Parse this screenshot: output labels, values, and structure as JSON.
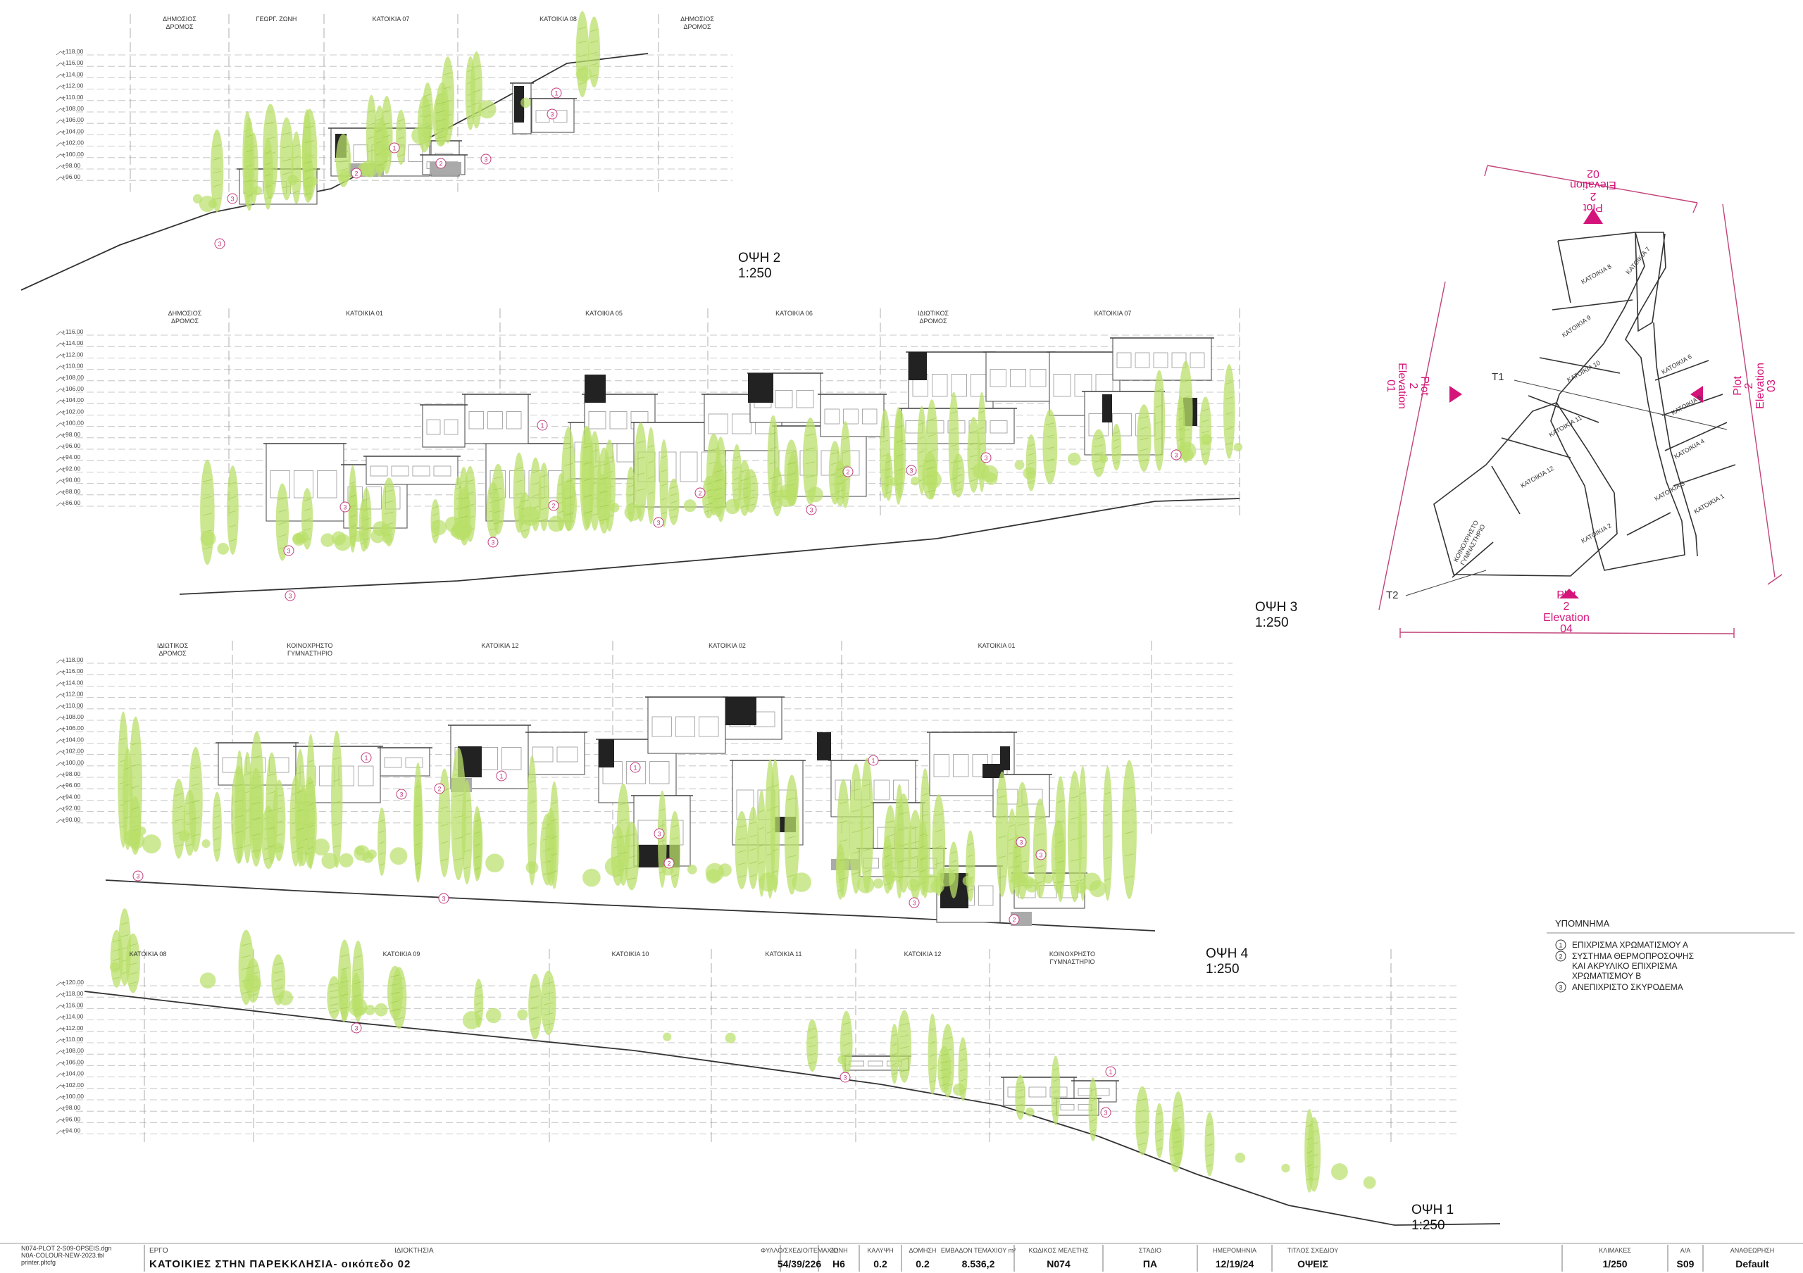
{
  "elevations": [
    {
      "id": "e2",
      "title": "ΟΨΗ 2",
      "scale": "1:250",
      "levels": [
        "+118.00",
        "+116.00",
        "+114.00",
        "+112.00",
        "+110.00",
        "+108.00",
        "+106.00",
        "+104.00",
        "+102.00",
        "+100.00",
        "+98.00",
        "+96.00"
      ],
      "zones": [
        {
          "label": "ΔΗΜΟΣΙΟΣ ΔΡΟΜΟΣ"
        },
        {
          "label": "ΓΕΩΡΓ. ΖΩΝΗ"
        },
        {
          "label": "ΚΑΤΟΙΚΙΑ 07"
        },
        {
          "label": "ΚΑΤΟΙΚΙΑ 08"
        },
        {
          "label": "ΔΗΜΟΣΙΟΣ ΔΡΟΜΟΣ"
        }
      ]
    },
    {
      "id": "e3",
      "title": "ΟΨΗ 3",
      "scale": "1:250",
      "levels": [
        "+116.00",
        "+114.00",
        "+112.00",
        "+110.00",
        "+108.00",
        "+106.00",
        "+104.00",
        "+102.00",
        "+100.00",
        "+98.00",
        "+96.00",
        "+94.00",
        "+92.00",
        "+90.00",
        "+88.00",
        "+86.00"
      ],
      "zones": [
        {
          "label": "ΔΗΜΟΣΙΟΣ ΔΡΟΜΟΣ"
        },
        {
          "label": "ΚΑΤΟΙΚΙΑ 01"
        },
        {
          "label": "ΚΑΤΟΙΚΙΑ 05"
        },
        {
          "label": "ΚΑΤΟΙΚΙΑ 06"
        },
        {
          "label": "ΙΔΙΩΤΙΚΟΣ ΔΡΟΜΟΣ"
        },
        {
          "label": "ΚΑΤΟΙΚΙΑ 07"
        }
      ]
    },
    {
      "id": "e4",
      "title": "ΟΨΗ 4",
      "scale": "1:250",
      "levels": [
        "+118.00",
        "+116.00",
        "+114.00",
        "+112.00",
        "+110.00",
        "+108.00",
        "+106.00",
        "+104.00",
        "+102.00",
        "+100.00",
        "+98.00",
        "+96.00",
        "+94.00",
        "+92.00",
        "+90.00"
      ],
      "zones": [
        {
          "label": "ΙΔΙΩΤΙΚΟΣ ΔΡΟΜΟΣ"
        },
        {
          "label": "ΚΟΙΝΟΧΡΗΣΤΟ ΓΥΜΝΑΣΤΗΡΙΟ"
        },
        {
          "label": "ΚΑΤΟΙΚΙΑ 12"
        },
        {
          "label": "ΚΑΤΟΙΚΙΑ 02"
        },
        {
          "label": "ΚΑΤΟΙΚΙΑ 01"
        }
      ]
    },
    {
      "id": "e1",
      "title": "ΟΨΗ 1",
      "scale": "1:250",
      "levels": [
        "+120.00",
        "+118.00",
        "+116.00",
        "+114.00",
        "+112.00",
        "+110.00",
        "+108.00",
        "+106.00",
        "+104.00",
        "+102.00",
        "+100.00",
        "+98.00",
        "+96.00",
        "+94.00"
      ],
      "zones": [
        {
          "label": "ΚΑΤΟΙΚΙΑ 08"
        },
        {
          "label": "ΚΑΤΟΙΚΙΑ 09"
        },
        {
          "label": "ΚΑΤΟΙΚΙΑ 10"
        },
        {
          "label": "ΚΑΤΟΙΚΙΑ 11"
        },
        {
          "label": "ΚΑΤΟΙΚΙΑ 12"
        },
        {
          "label": "ΚΟΙΝΟΧΡΗΣΤΟ ΓΥΜΝΑΣΤΗΡΙΟ"
        }
      ]
    }
  ],
  "site_plan": {
    "lots": [
      "ΚΑΤΟΙΚΙΑ 8",
      "ΚΑΤΟΙΚΙΑ 7",
      "ΚΑΤΟΙΚΙΑ 9",
      "ΚΑΤΟΙΚΙΑ 10",
      "ΚΑΤΟΙΚΙΑ 6",
      "ΚΑΤΟΙΚΙΑ 11",
      "ΚΑΤΟΙΚΙΑ 5",
      "ΚΑΤΟΙΚΙΑ 12",
      "ΚΑΤΟΙΚΙΑ 4",
      "ΚΟΙΝΟΧΡΗΣΤΟ ΓΥΜΝΑΣΤΗΡΙΟ",
      "ΚΑΤΟΙΚΙΑ 3",
      "ΚΑΤΟΙΚΙΑ 1",
      "ΚΑΤΟΙΚΙΑ 2"
    ],
    "markers": [
      {
        "line1": "Plot",
        "line2": "2",
        "line3": "Elevation",
        "line4": "02"
      },
      {
        "line1": "Plot",
        "line2": "2",
        "line3": "Elevation",
        "line4": "01"
      },
      {
        "line1": "Plot",
        "line2": "2",
        "line3": "Elevation",
        "line4": "03"
      },
      {
        "line1": "Plot",
        "line2": "2",
        "line3": "Elevation",
        "line4": "04"
      }
    ],
    "t1": "T1",
    "t2": "T2",
    "accent": "#d4147a"
  },
  "legend": {
    "title": "ΥΠΟΜΝΗΜΑ",
    "items": [
      {
        "num": "1",
        "lines": [
          "ΕΠΙΧΡΙΣΜΑ ΧΡΩΜΑΤΙΣΜΟΥ Α"
        ]
      },
      {
        "num": "2",
        "lines": [
          "ΣΥΣΤΗΜΑ ΘΕΡΜΟΠΡΟΣΟΨΗΣ",
          "ΚΑΙ ΑΚΡΥΛΙΚΟ ΕΠΙΧΡΙΣΜΑ",
          "ΧΡΩΜΑΤΙΣΜΟΥ Β"
        ]
      },
      {
        "num": "3",
        "lines": [
          "ΑΝΕΠΙΧΡΙΣΤΟ ΣΚΥΡΟΔΕΜΑ"
        ]
      }
    ]
  },
  "titleblock": {
    "files": [
      "N074-PLOT 2-S09-OPSEIS.dgn",
      "N0A-COLOUR-NEW-2023.tbl",
      "printer.pltcfg"
    ],
    "project_label": "ΕΡΓΟ",
    "project_value": "ΚΑΤΟΙΚΙΕΣ ΣΤΗΝ ΠΑΡΕΚΚΛΗΣΙΑ- οικόπεδο 02",
    "owner_label": "ΙΔΙΟΚΤΗΣΙΑ",
    "fields": [
      {
        "label": "ΦΥΛΛΟ/ΣΧΕΔΙΟ/ΤΕΜΑΧΙΟ",
        "value": "54/39/226"
      },
      {
        "label": "ΖΩΝΗ",
        "value": "Η6"
      },
      {
        "label": "ΚΑΛΥΨΗ",
        "value": "0.2"
      },
      {
        "label": "ΔΟΜΗΣΗ",
        "value": "0.2"
      },
      {
        "label": "ΕΜΒΑΔΟΝ ΤΕΜΑΧΙΟΥ m²",
        "value": "8.536,2"
      },
      {
        "label": "ΚΩΔΙΚΟΣ ΜΕΛΕΤΗΣ",
        "value": "N074"
      },
      {
        "label": "ΣΤΑΔΙΟ",
        "value": "ΠΑ"
      },
      {
        "label": "ΗΜΕΡΟΜΗΝΙΑ",
        "value": "12/19/24"
      },
      {
        "label": "ΤΙΤΛΟΣ ΣΧΕΔΙΟΥ",
        "value": "ΟΨΕΙΣ"
      },
      {
        "label": "ΚΛΙΜΑΚΕΣ",
        "value": "1/250"
      },
      {
        "label": "Α/Α",
        "value": "S09"
      },
      {
        "label": "ΑΝΑΘΕΩΡΗΣΗ",
        "value": "Default"
      }
    ]
  },
  "colors": {
    "tree": "#b9df6a",
    "tree_dark": "#8fc13d",
    "line": "#333333",
    "grid": "#bbbbbb",
    "accent": "#d4147a",
    "panel": "#222222"
  }
}
